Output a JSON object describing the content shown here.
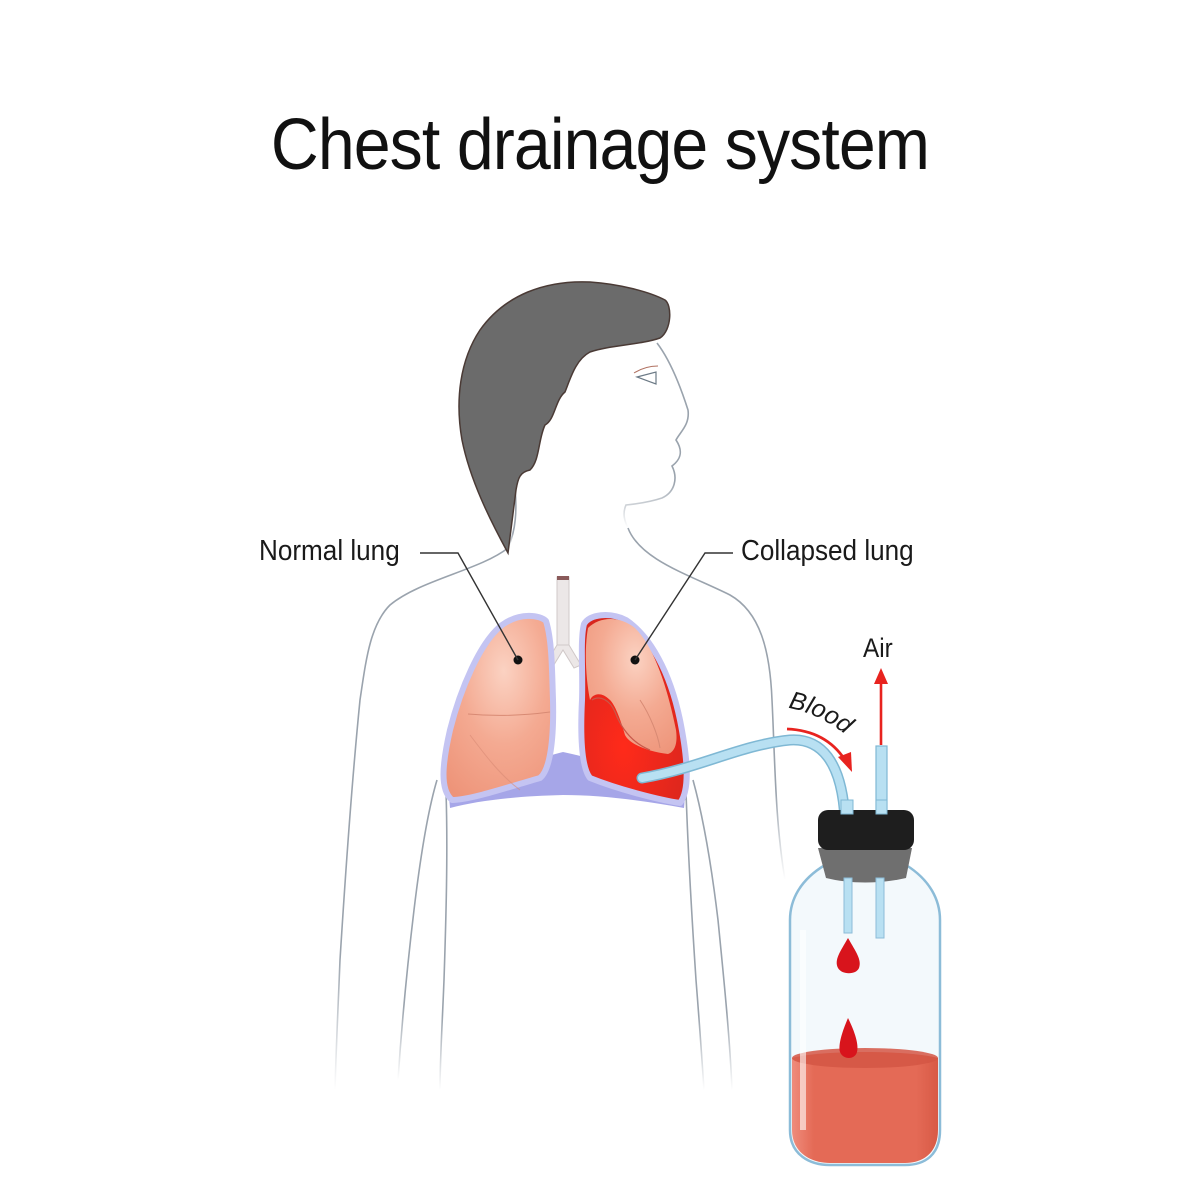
{
  "title": "Chest drainage system",
  "labels": {
    "normal_lung": "Normal lung",
    "collapsed_lung": "Collapsed lung",
    "air": "Air",
    "blood": "Blood"
  },
  "colors": {
    "hair": "#6b6b6b",
    "body_outline": "#9aa3ad",
    "lung": "#f2a48e",
    "lung_border": "#b9b9ee",
    "diaphragm": "#9c9ce6",
    "blood": "#e8221e",
    "tube": "#a8d8ee",
    "cap": "#1e1e1e",
    "fluid": "#e46450",
    "arrow": "#e8231f"
  }
}
